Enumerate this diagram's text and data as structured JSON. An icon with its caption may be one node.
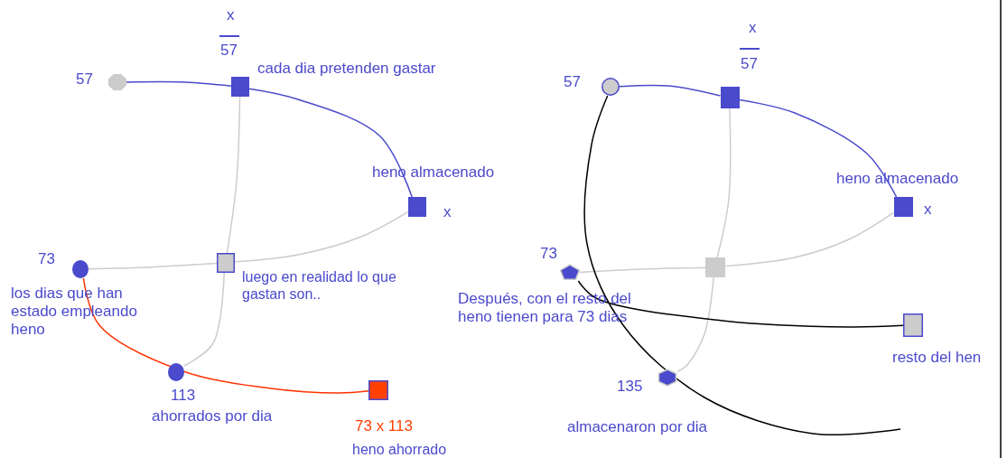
{
  "diagram": {
    "nodes": [
      {
        "text": [],
        "shape": "octagon",
        "beside": [
          "57"
        ]
      },
      {
        "text": [],
        "shape": "box",
        "beside": [
          "x",
          "57",
          "cada dia pretenden gastar"
        ]
      },
      {
        "text": [],
        "shape": "box",
        "beside": [
          "heno almacenado",
          "x"
        ]
      },
      {
        "text": [],
        "shape": "box",
        "beside": [
          "luego en realidad lo que gastan son.."
        ]
      },
      {
        "text": [],
        "shape": "circle",
        "beside": [
          "73",
          "los dias que han estado empleando heno"
        ]
      },
      {
        "text": [],
        "shape": "circle",
        "beside": [
          "113",
          "ahorrados por dia"
        ]
      },
      {
        "text": [],
        "shape": "box",
        "beside": [
          "73 x 113",
          "heno ahorrado"
        ]
      },
      {
        "text": [],
        "shape": "circle",
        "beside": [
          "57"
        ]
      },
      {
        "text": [],
        "shape": "box",
        "beside": [
          "x",
          "57"
        ]
      },
      {
        "text": [],
        "shape": "box",
        "beside": [
          "heno almacenado",
          "x"
        ]
      },
      {
        "text": [],
        "shape": "box"
      },
      {
        "text": [],
        "shape": "pentagon",
        "beside": [
          "73"
        ]
      },
      {
        "text": [],
        "shape": "hexagon",
        "beside": [
          "135",
          "almacenaron por dia"
        ]
      },
      {
        "text": [],
        "shape": "box",
        "beside": [
          "resto del hen"
        ]
      }
    ],
    "edges": [
      {
        "from": 0,
        "to": 1,
        "arrow": "none",
        "color": "#4a4acc"
      },
      {
        "from": 1,
        "to": 2,
        "arrow": "none",
        "color": "#4a4acc"
      },
      {
        "from": 1,
        "to": 3,
        "arrow": "none"
      },
      {
        "from": 2,
        "to": 3,
        "arrow": "none"
      },
      {
        "from": 4,
        "to": 3,
        "arrow": "none"
      },
      {
        "from": 3,
        "to": 5,
        "arrow": "none"
      },
      {
        "from": 4,
        "to": 6,
        "arrow": "none",
        "color": "#ff3300"
      },
      {
        "from": 7,
        "to": 8,
        "arrow": "none",
        "color": "#4a4acc"
      },
      {
        "from": 8,
        "to": 9,
        "arrow": "none",
        "color": "#4a4acc"
      },
      {
        "from": 8,
        "to": 10,
        "arrow": "none"
      },
      {
        "from": 9,
        "to": 10,
        "arrow": "none"
      },
      {
        "from": 11,
        "to": 10,
        "arrow": "none"
      },
      {
        "from": 10,
        "to": 12,
        "arrow": "none"
      },
      {
        "from": 11,
        "to": 13,
        "arrow": "none",
        "color": "#000000"
      },
      {
        "from": 7,
        "to": null,
        "arrow": "none",
        "color": "#000000"
      }
    ],
    "labels": [
      "Después, con el resto del heno tienen para 73 dias"
    ]
  }
}
